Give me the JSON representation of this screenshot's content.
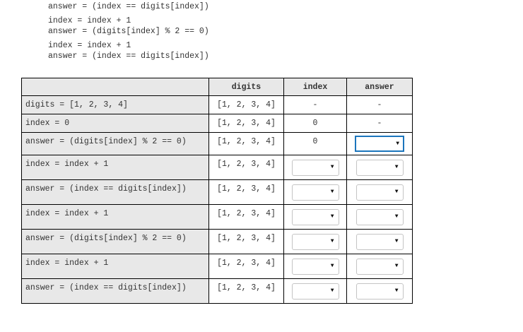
{
  "code_block": {
    "lines": [
      "answer = (index == digits[index])",
      "index = index + 1",
      "answer = (digits[index] % 2 == 0)",
      "index = index + 1",
      "answer = (index == digits[index])"
    ]
  },
  "table": {
    "headers": {
      "statement": "",
      "digits": "digits",
      "index": "index",
      "answer": "answer"
    },
    "rows": [
      {
        "statement": "digits = [1, 2, 3, 4]",
        "digits": "[1, 2, 3, 4]",
        "index": "-",
        "answer": "-"
      },
      {
        "statement": "index = 0",
        "digits": "[1, 2, 3, 4]",
        "index": "0",
        "answer": "-"
      },
      {
        "statement": "answer = (digits[index] % 2 == 0)",
        "digits": "[1, 2, 3, 4]",
        "index": "0",
        "answer": ""
      },
      {
        "statement": "index = index + 1",
        "digits": "[1, 2, 3, 4]",
        "index": "",
        "answer": ""
      },
      {
        "statement": "answer = (index == digits[index])",
        "digits": "[1, 2, 3, 4]",
        "index": "",
        "answer": ""
      },
      {
        "statement": "index = index + 1",
        "digits": "[1, 2, 3, 4]",
        "index": "",
        "answer": ""
      },
      {
        "statement": "answer = (digits[index] % 2 == 0)",
        "digits": "[1, 2, 3, 4]",
        "index": "",
        "answer": ""
      },
      {
        "statement": "index = index + 1",
        "digits": "[1, 2, 3, 4]",
        "index": "",
        "answer": ""
      },
      {
        "statement": "answer = (index == digits[index])",
        "digits": "[1, 2, 3, 4]",
        "index": "",
        "answer": ""
      }
    ]
  },
  "dropdown": {
    "arrow_icon": "▼",
    "selected_value": ""
  },
  "colors": {
    "background": "#ffffff",
    "cell_gray": "#e8e8e8",
    "table_border": "#000000",
    "focus_blue": "#1b75bc",
    "dropdown_border": "#c4c4c4",
    "text": "#333333"
  }
}
